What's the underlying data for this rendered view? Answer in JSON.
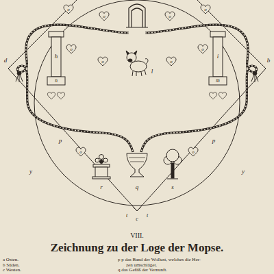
{
  "diagram": {
    "title": "Zeichnung zu der Loge der Mopse.",
    "labels": [
      "o",
      "o",
      "o",
      "o",
      "o",
      "h",
      "i",
      "o",
      "d",
      "b",
      "o",
      "o",
      "l",
      "n",
      "m",
      "p",
      "p",
      "o",
      "o",
      "y",
      "y",
      "r",
      "q",
      "s",
      "t",
      "c",
      "t",
      "VIII.",
      "a Osten.",
      "p p das Band der Wollust, welches die Her-",
      "b Süden.",
      "zen umschläget.",
      "c Westen.",
      "q das Gefäß der Vernunft."
    ]
  }
}
